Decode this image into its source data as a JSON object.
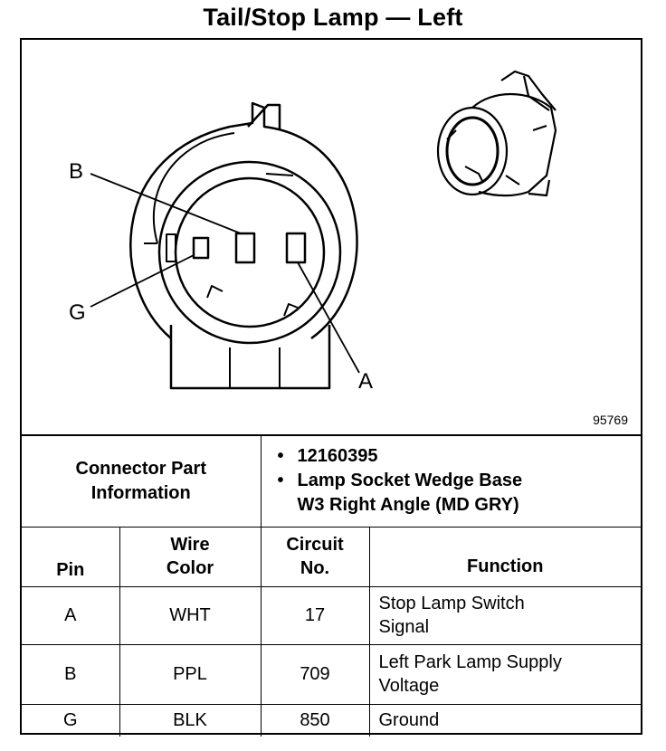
{
  "title": "Tail/Stop Lamp — Left",
  "figure_number": "95769",
  "callouts": {
    "b": "B",
    "g": "G",
    "a": "A"
  },
  "connector_info": {
    "label_line1": "Connector Part",
    "label_line2": "Information",
    "part_number": "12160395",
    "desc_line1": "Lamp Socket Wedge Base",
    "desc_line2": "W3 Right Angle (MD GRY)"
  },
  "headers": {
    "pin": "Pin",
    "wire_color_1": "Wire",
    "wire_color_2": "Color",
    "circuit_1": "Circuit",
    "circuit_2": "No.",
    "function": "Function"
  },
  "rows": [
    {
      "pin": "A",
      "wire": "WHT",
      "circuit": "17",
      "function_1": "Stop Lamp Switch",
      "function_2": "Signal"
    },
    {
      "pin": "B",
      "wire": "PPL",
      "circuit": "709",
      "function_1": "Left Park Lamp Supply",
      "function_2": "Voltage"
    },
    {
      "pin": "G",
      "wire": "BLK",
      "circuit": "850",
      "function_1": "Ground",
      "function_2": ""
    }
  ]
}
